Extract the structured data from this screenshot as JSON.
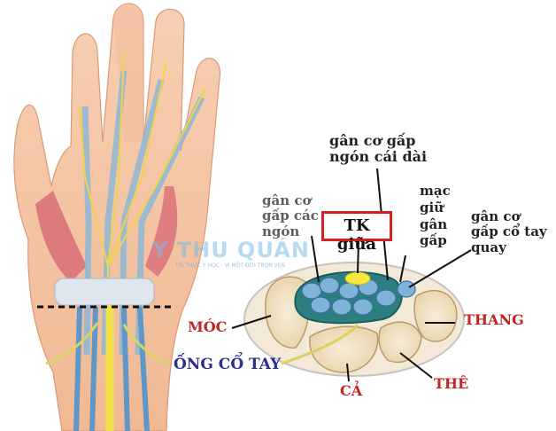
{
  "labels": {
    "flexor_pollicis_longus": "gân cơ gấp\nngón cái dài",
    "flexor_digitorum": "gân cơ\ngấp các\nngón",
    "median_nerve": "TK giữa",
    "flexor_retinaculum": "mạc\ngiữ\ngân\ngấp",
    "flexor_carpi_radialis": "gân cơ\ngấp cổ tay\nquay",
    "hamate": "MÓC",
    "trapezium": "THANG",
    "carpal_tunnel": "ỐNG CỔ TAY",
    "capitate": "CẢ",
    "trapezoid": "THÊ"
  },
  "watermark": {
    "text": "Y THU QUÁN",
    "subtext": "TRI THỨC Y HỌC · VÌ MỘT ĐỜI TRỌN VẸN"
  },
  "colors": {
    "label_red": "#c02525",
    "label_blue": "#2b2f8f",
    "box_red": "#d81e1e",
    "nerve_yellow": "#f3e24a",
    "tendon_blue": "#7fb3d8",
    "bone": "#efe0c2"
  }
}
